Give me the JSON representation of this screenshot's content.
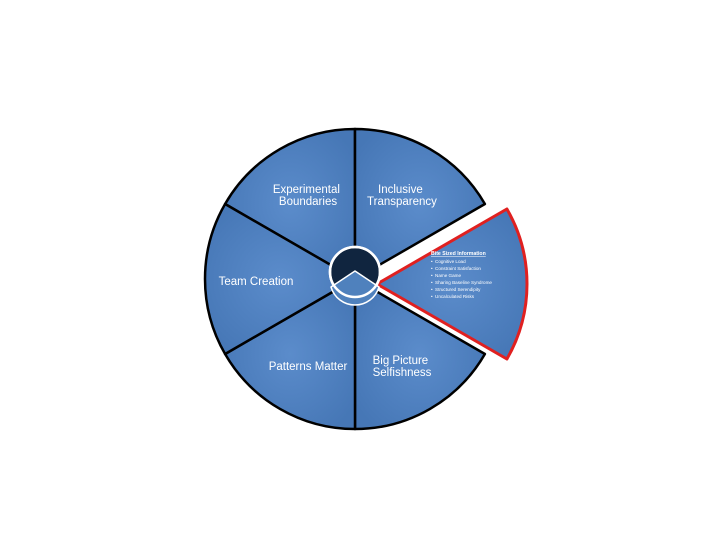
{
  "wheel": {
    "segments": [
      {
        "label_lines": [
          "Experimental",
          "Boundaries"
        ]
      },
      {
        "label_lines": [
          "Inclusive",
          "Transparency"
        ]
      },
      {
        "label_lines": [
          "Big Picture",
          "Selfishness"
        ]
      },
      {
        "label_lines": [
          "Patterns Matter"
        ]
      },
      {
        "label_lines": [
          "Team Creation"
        ]
      }
    ],
    "highlight": {
      "title": "Bite Sized Information",
      "items": [
        "Cognitive Load",
        "Constraint Satisfaction",
        "Name Game",
        "Sharing Baseline Syndrome",
        "Structured Serendipity",
        "Uncalculated Risks"
      ]
    },
    "colors": {
      "segment_fill": "#4f81bd",
      "segment_stroke": "#000000",
      "highlight_stroke": "#e02020",
      "center_dark": "#10253f",
      "center_pointer": "#4f81bd"
    }
  }
}
